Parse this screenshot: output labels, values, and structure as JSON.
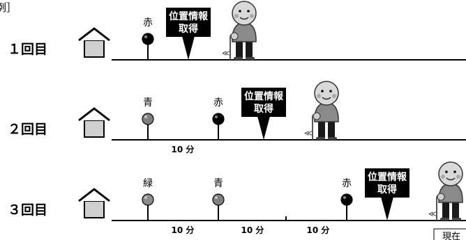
{
  "header_fragment": "例］",
  "location_label": "位置情報\n取得",
  "current_label": "現在",
  "icons": {
    "home": "house-icon",
    "pin": "pin-icon",
    "person": "elderly-person-icon",
    "cane": "cane-icon"
  },
  "colors": {
    "red": "#000000",
    "blue": "#7f7f7f",
    "green": "#8c8c8c",
    "house_fill": "#cfcfcf",
    "callout": "#000000"
  },
  "rows": [
    {
      "label": "１回目",
      "pins": [
        {
          "name": "赤",
          "color": "red"
        }
      ],
      "intervals": []
    },
    {
      "label": "２回目",
      "pins": [
        {
          "name": "青",
          "color": "blue"
        },
        {
          "name": "赤",
          "color": "red"
        }
      ],
      "intervals": [
        "10 分"
      ]
    },
    {
      "label": "３回目",
      "pins": [
        {
          "name": "緑",
          "color": "green"
        },
        {
          "name": "青",
          "color": "blue"
        },
        {
          "name": "赤",
          "color": "red"
        }
      ],
      "intervals": [
        "10 分",
        "10 分",
        "10 分"
      ]
    }
  ]
}
